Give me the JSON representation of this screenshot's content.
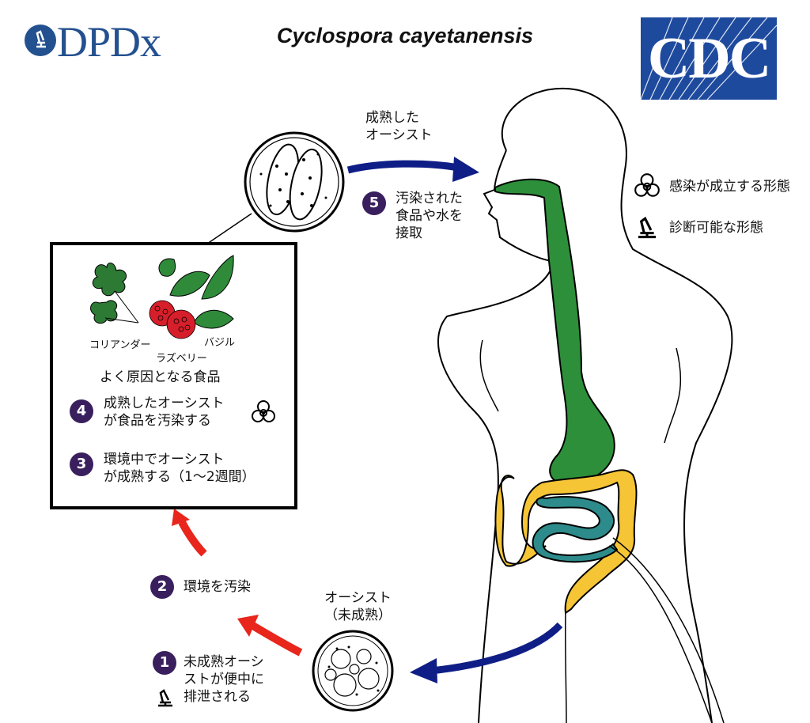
{
  "header": {
    "logo_text": "DPDx",
    "title": "Cyclospora cayetanensis",
    "cdc_text": "CDC"
  },
  "legend": {
    "infective": "感染が成立する形態",
    "diagnostic": "診断可能な形態"
  },
  "steps": [
    {
      "num": "1",
      "text_lines": [
        "未成熟オーシ",
        "ストが便中に",
        "排泄される"
      ]
    },
    {
      "num": "2",
      "text": "環境を汚染"
    },
    {
      "num": "3",
      "text_lines": [
        "環境中でオーシスト",
        "が成熟する（1〜2週間）"
      ]
    },
    {
      "num": "4",
      "text_lines": [
        "成熟したオーシスト",
        "が食品を汚染する"
      ]
    },
    {
      "num": "5",
      "text_lines": [
        "汚染された",
        "食品や水を",
        "接取"
      ]
    }
  ],
  "labels": {
    "mature_oocyst": [
      "成熟した",
      "オーシスト"
    ],
    "unsporulated_oocyst": [
      "オーシスト",
      "（未成熟）"
    ],
    "foods_caption": "よく原因となる食品",
    "cilantro": "コリアンダー",
    "raspberry": "ラズベリー",
    "basil": "バジル"
  },
  "colors": {
    "red_arrow": "#e8261c",
    "blue_arrow": "#0f1e86",
    "gi_upper": "#2d8f3a",
    "small_intestine": "#2e8b8b",
    "colon": "#f5c536",
    "badge": "#3a1f5e",
    "cdc_blue": "#1e4a9e",
    "dpdx_blue": "#23508f"
  }
}
